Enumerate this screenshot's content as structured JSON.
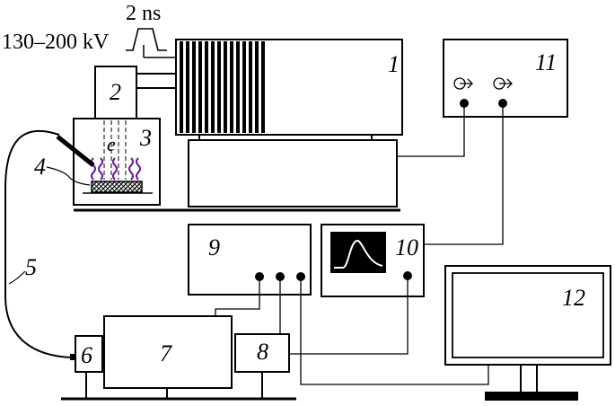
{
  "pulse": {
    "duration": "2 ns",
    "voltage": "130–200 kV"
  },
  "electron_label": "e",
  "labels": {
    "n1": "1",
    "n2": "2",
    "n3": "3",
    "n4": "4",
    "n5": "5",
    "n6": "6",
    "n7": "7",
    "n8": "8",
    "n9": "9",
    "n10": "10",
    "n11": "11",
    "n12": "12"
  },
  "colors": {
    "line": "#000000",
    "discharge": "#6a1b9a",
    "screen_bg": "#000000",
    "trace": "#ffffff"
  }
}
